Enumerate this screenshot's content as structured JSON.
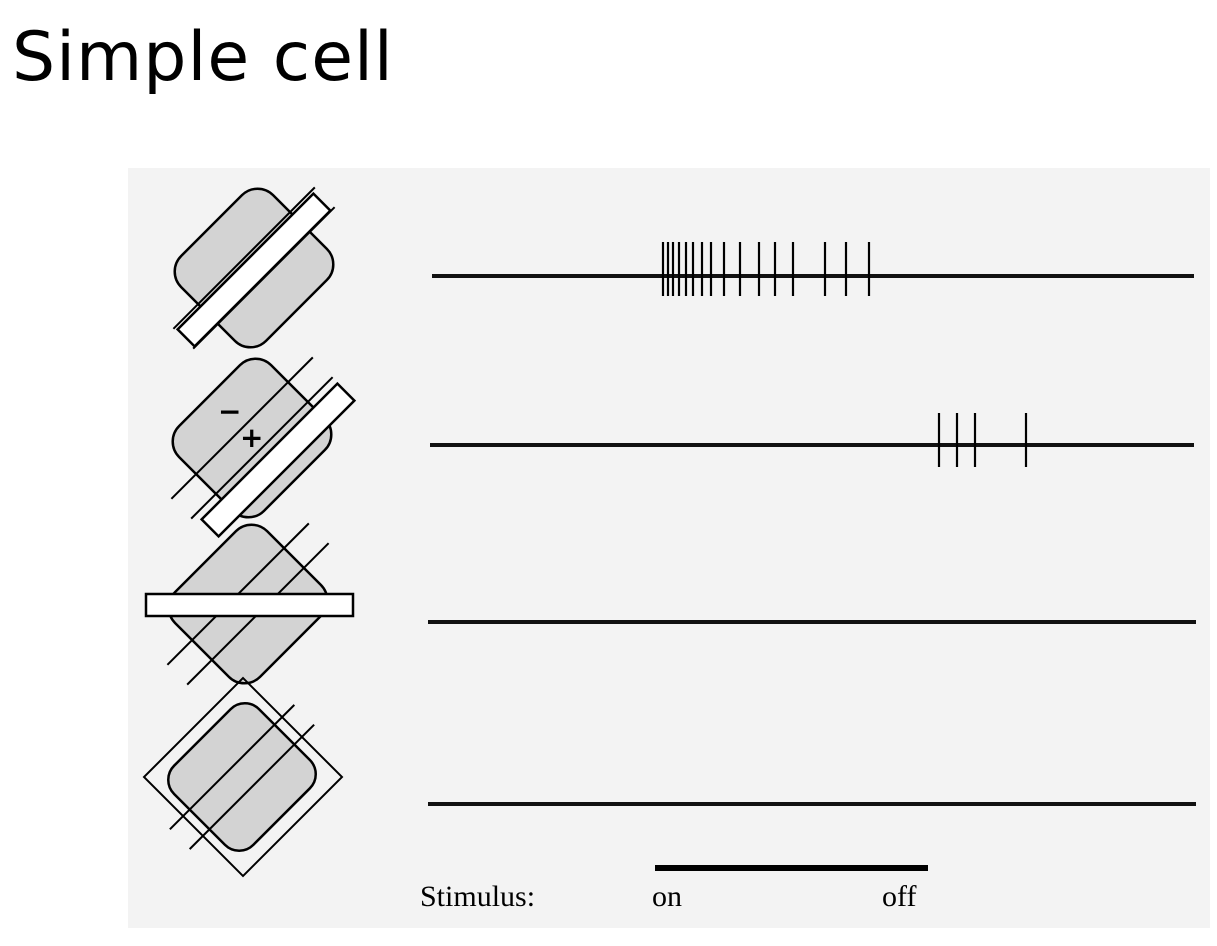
{
  "title": "Simple cell",
  "rows": [
    {
      "id": "row-1",
      "stimulus": "bar-centered-on-rf",
      "spike_count": 16
    },
    {
      "id": "row-2",
      "stimulus": "bar-offset-from-rf",
      "spike_count": 4,
      "rf_signs": [
        "−",
        "+"
      ]
    },
    {
      "id": "row-3",
      "stimulus": "bar-wrong-orientation",
      "spike_count": 0
    },
    {
      "id": "row-4",
      "stimulus": "diffuse-illumination",
      "spike_count": 0
    }
  ],
  "stimulus_bar": {
    "label": "Stimulus:",
    "on": "on",
    "off": "off"
  },
  "colors": {
    "rf_fill": "#d3d3d3",
    "background": "#f3f3f3",
    "ink": "#000000"
  }
}
